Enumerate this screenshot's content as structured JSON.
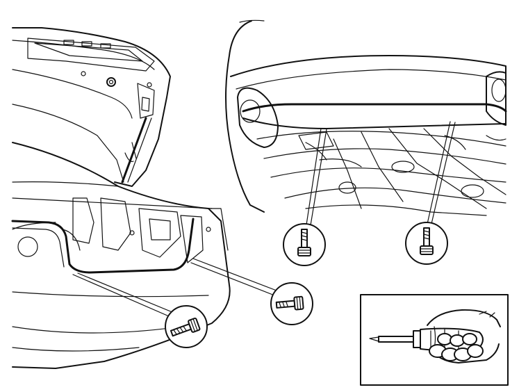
{
  "figure": {
    "panels": [
      {
        "id": "rear-tailgate-view",
        "callouts": [
          "bolt-callout-lower",
          "bolt-callout-right"
        ]
      },
      {
        "id": "underside-bumper-view",
        "callouts": [
          "bolt-callout-left",
          "bolt-callout-right"
        ]
      },
      {
        "id": "tool-inset",
        "tool": "screwdriver-icon"
      }
    ],
    "colors": {
      "line": "#111111",
      "background": "#ffffff"
    }
  }
}
